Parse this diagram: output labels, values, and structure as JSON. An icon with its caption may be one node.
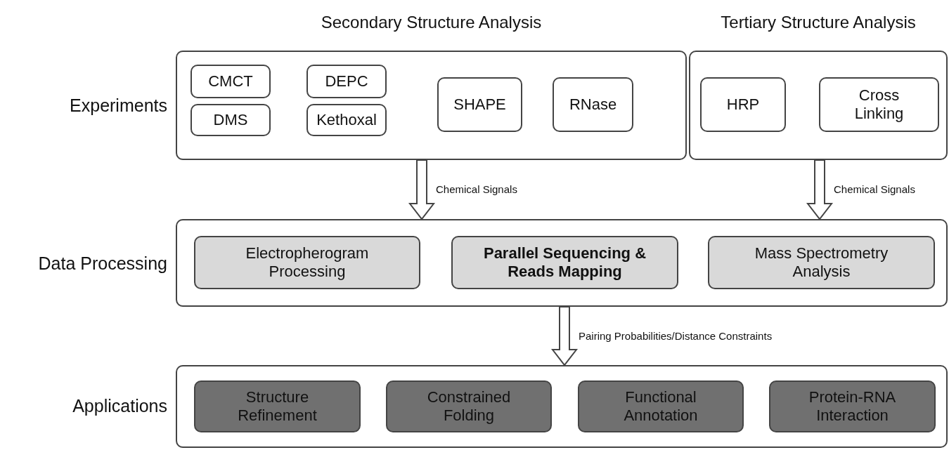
{
  "diagram": {
    "nodes": [
      {
        "text": [
          "Secondary Structure Analysis"
        ]
      },
      {
        "text": [
          "CMCT"
        ],
        "in": 0
      },
      {
        "text": [
          "DEPC"
        ],
        "in": 0
      },
      {
        "text": [
          "DMS"
        ],
        "in": 0
      },
      {
        "text": [
          "Kethoxal"
        ],
        "in": 0
      },
      {
        "text": [
          "SHAPE"
        ],
        "in": 0
      },
      {
        "text": [
          "RNase"
        ],
        "in": 0
      },
      {
        "text": [
          "Tertiary Structure Analysis"
        ]
      },
      {
        "text": [
          "HRP"
        ],
        "in": 7
      },
      {
        "text": [
          "Cross Linking"
        ],
        "in": 7
      },
      {
        "text": [],
        "shape": "box"
      },
      {
        "text": [
          "Electropherogram Processing"
        ],
        "in": 10
      },
      {
        "text": [
          "Parallel Sequencing & Reads Mapping"
        ],
        "in": 10
      },
      {
        "text": [
          "Mass Spectrometry Analysis"
        ],
        "in": 10
      },
      {
        "text": [],
        "shape": "box"
      },
      {
        "text": [
          "Structure Refinement"
        ],
        "in": 14
      },
      {
        "text": [
          "Constrained Folding"
        ],
        "in": 14
      },
      {
        "text": [
          "Functional Annotation"
        ],
        "in": 14
      },
      {
        "text": [
          "Protein-RNA Interaction"
        ],
        "in": 14
      }
    ],
    "edges": [
      {
        "from": 0,
        "to": 10,
        "arrow": "to",
        "label": "Chemical Signals"
      },
      {
        "from": 7,
        "to": 10,
        "arrow": "to",
        "label": "Chemical Signals"
      },
      {
        "from": 10,
        "to": 14,
        "arrow": "to",
        "label": "Pairing Probabilities/Distance Constraints"
      }
    ],
    "labels": [
      "Experiments",
      "Data Processing",
      "Applications"
    ]
  }
}
